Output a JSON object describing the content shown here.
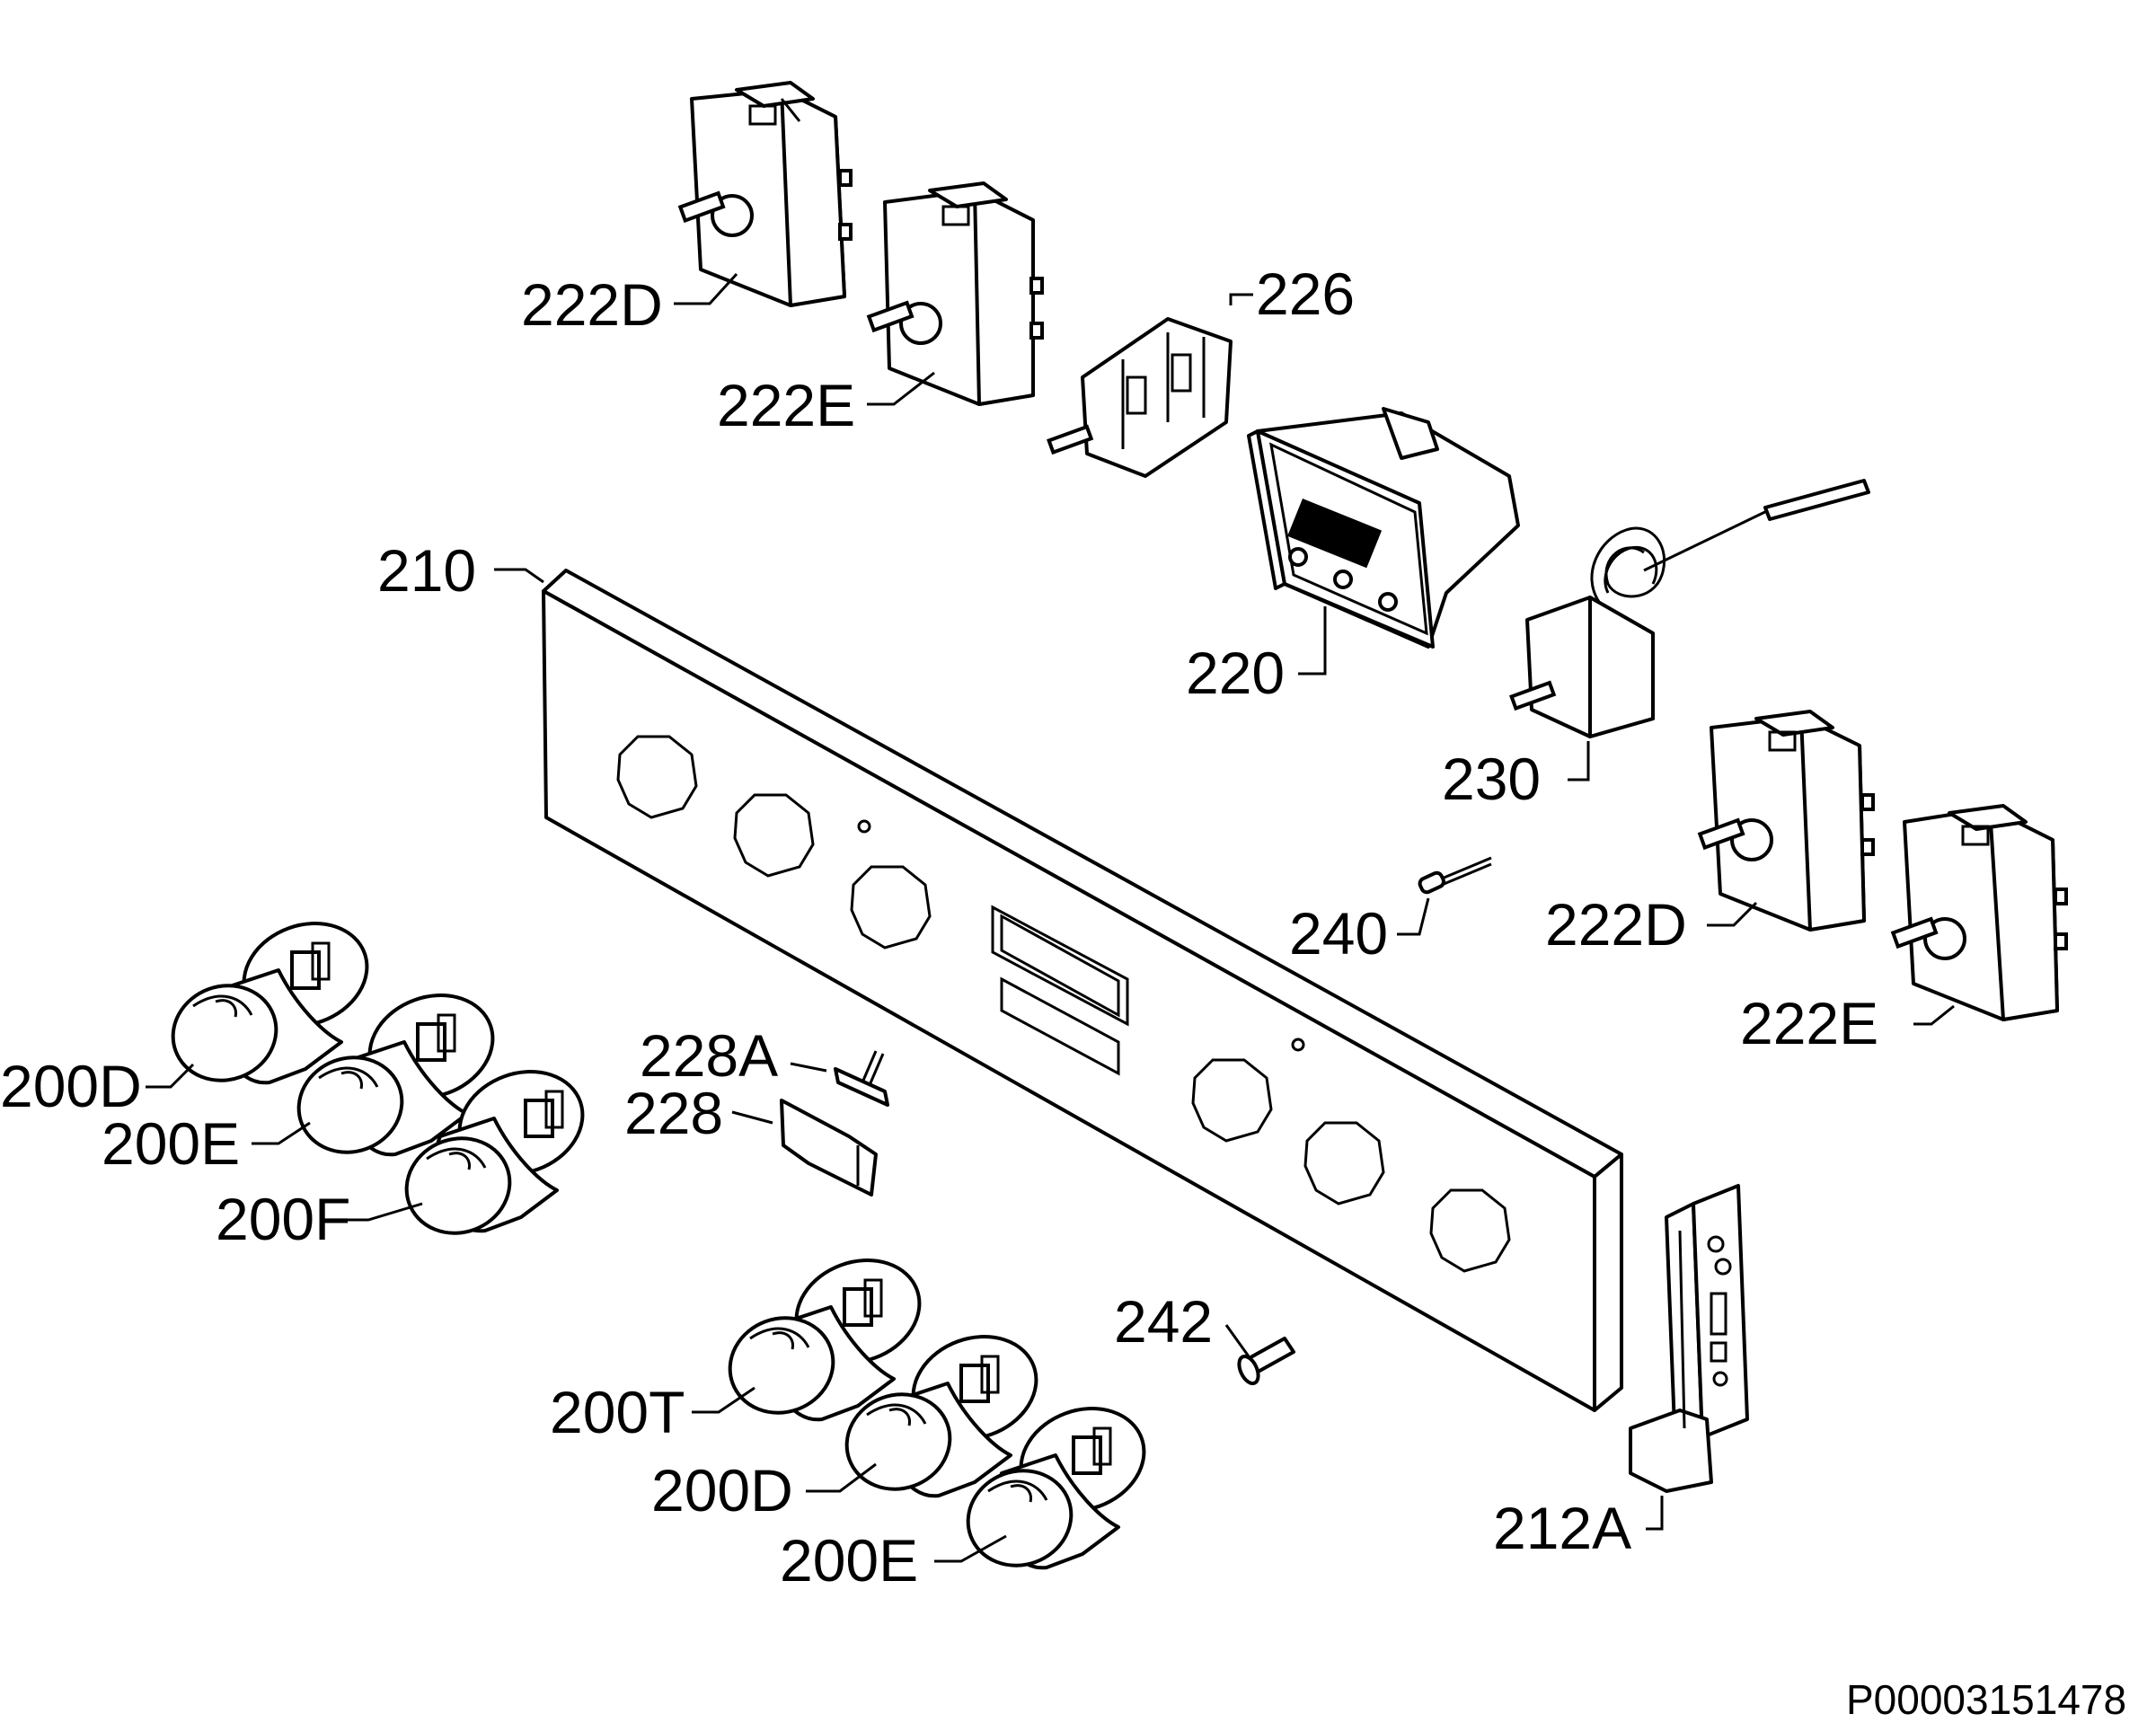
{
  "labels": {
    "l222D_top": "222D",
    "l222E_top": "222E",
    "l226": "226",
    "l210": "210",
    "l220": "220",
    "l230": "230",
    "l222D_right": "222D",
    "l240": "240",
    "l222E_right": "222E",
    "l228A": "228A",
    "l228": "228",
    "l200D_left": "200D",
    "l200E_left": "200E",
    "l200F": "200F",
    "l242": "242",
    "l200T": "200T",
    "l200D_bottom": "200D",
    "l200E_bottom": "200E",
    "l212A": "212A"
  },
  "document_id": "P00003151478"
}
